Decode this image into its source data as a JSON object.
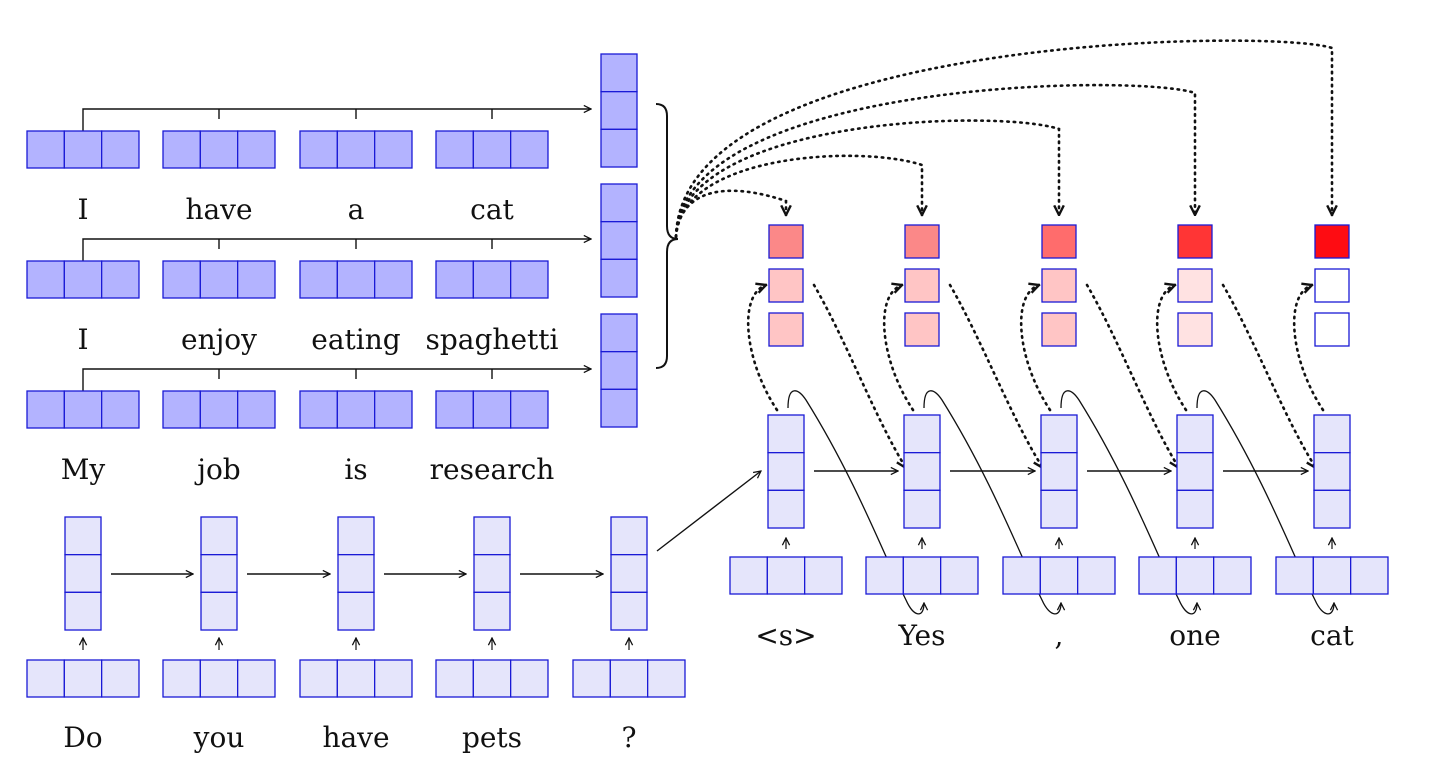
{
  "colors": {
    "memory_fill": "#b3b3ff",
    "encoder_fill": "#e5e5fb",
    "cell_stroke": "#1a1ad6",
    "line": "#111111",
    "attention_levels": [
      "#fb8888",
      "#ffc5c5",
      "#ff6c6c",
      "#ff3535",
      "#fe0c12",
      "#ffe2e2",
      "#ffffff"
    ]
  },
  "memory_sentences": [
    [
      "I",
      "have",
      "a",
      "cat"
    ],
    [
      "I",
      "enjoy",
      "eating",
      "spaghetti"
    ],
    [
      "My",
      "job",
      "is",
      "research"
    ]
  ],
  "query_tokens": [
    "Do",
    "you",
    "have",
    "pets",
    "?"
  ],
  "decoder_tokens": [
    "<s>",
    "Yes",
    ",",
    "one",
    "cat"
  ],
  "attention_columns": [
    [
      0,
      1,
      1
    ],
    [
      0,
      1,
      1
    ],
    [
      2,
      1,
      1
    ],
    [
      3,
      5,
      5
    ],
    [
      4,
      6,
      6
    ]
  ]
}
